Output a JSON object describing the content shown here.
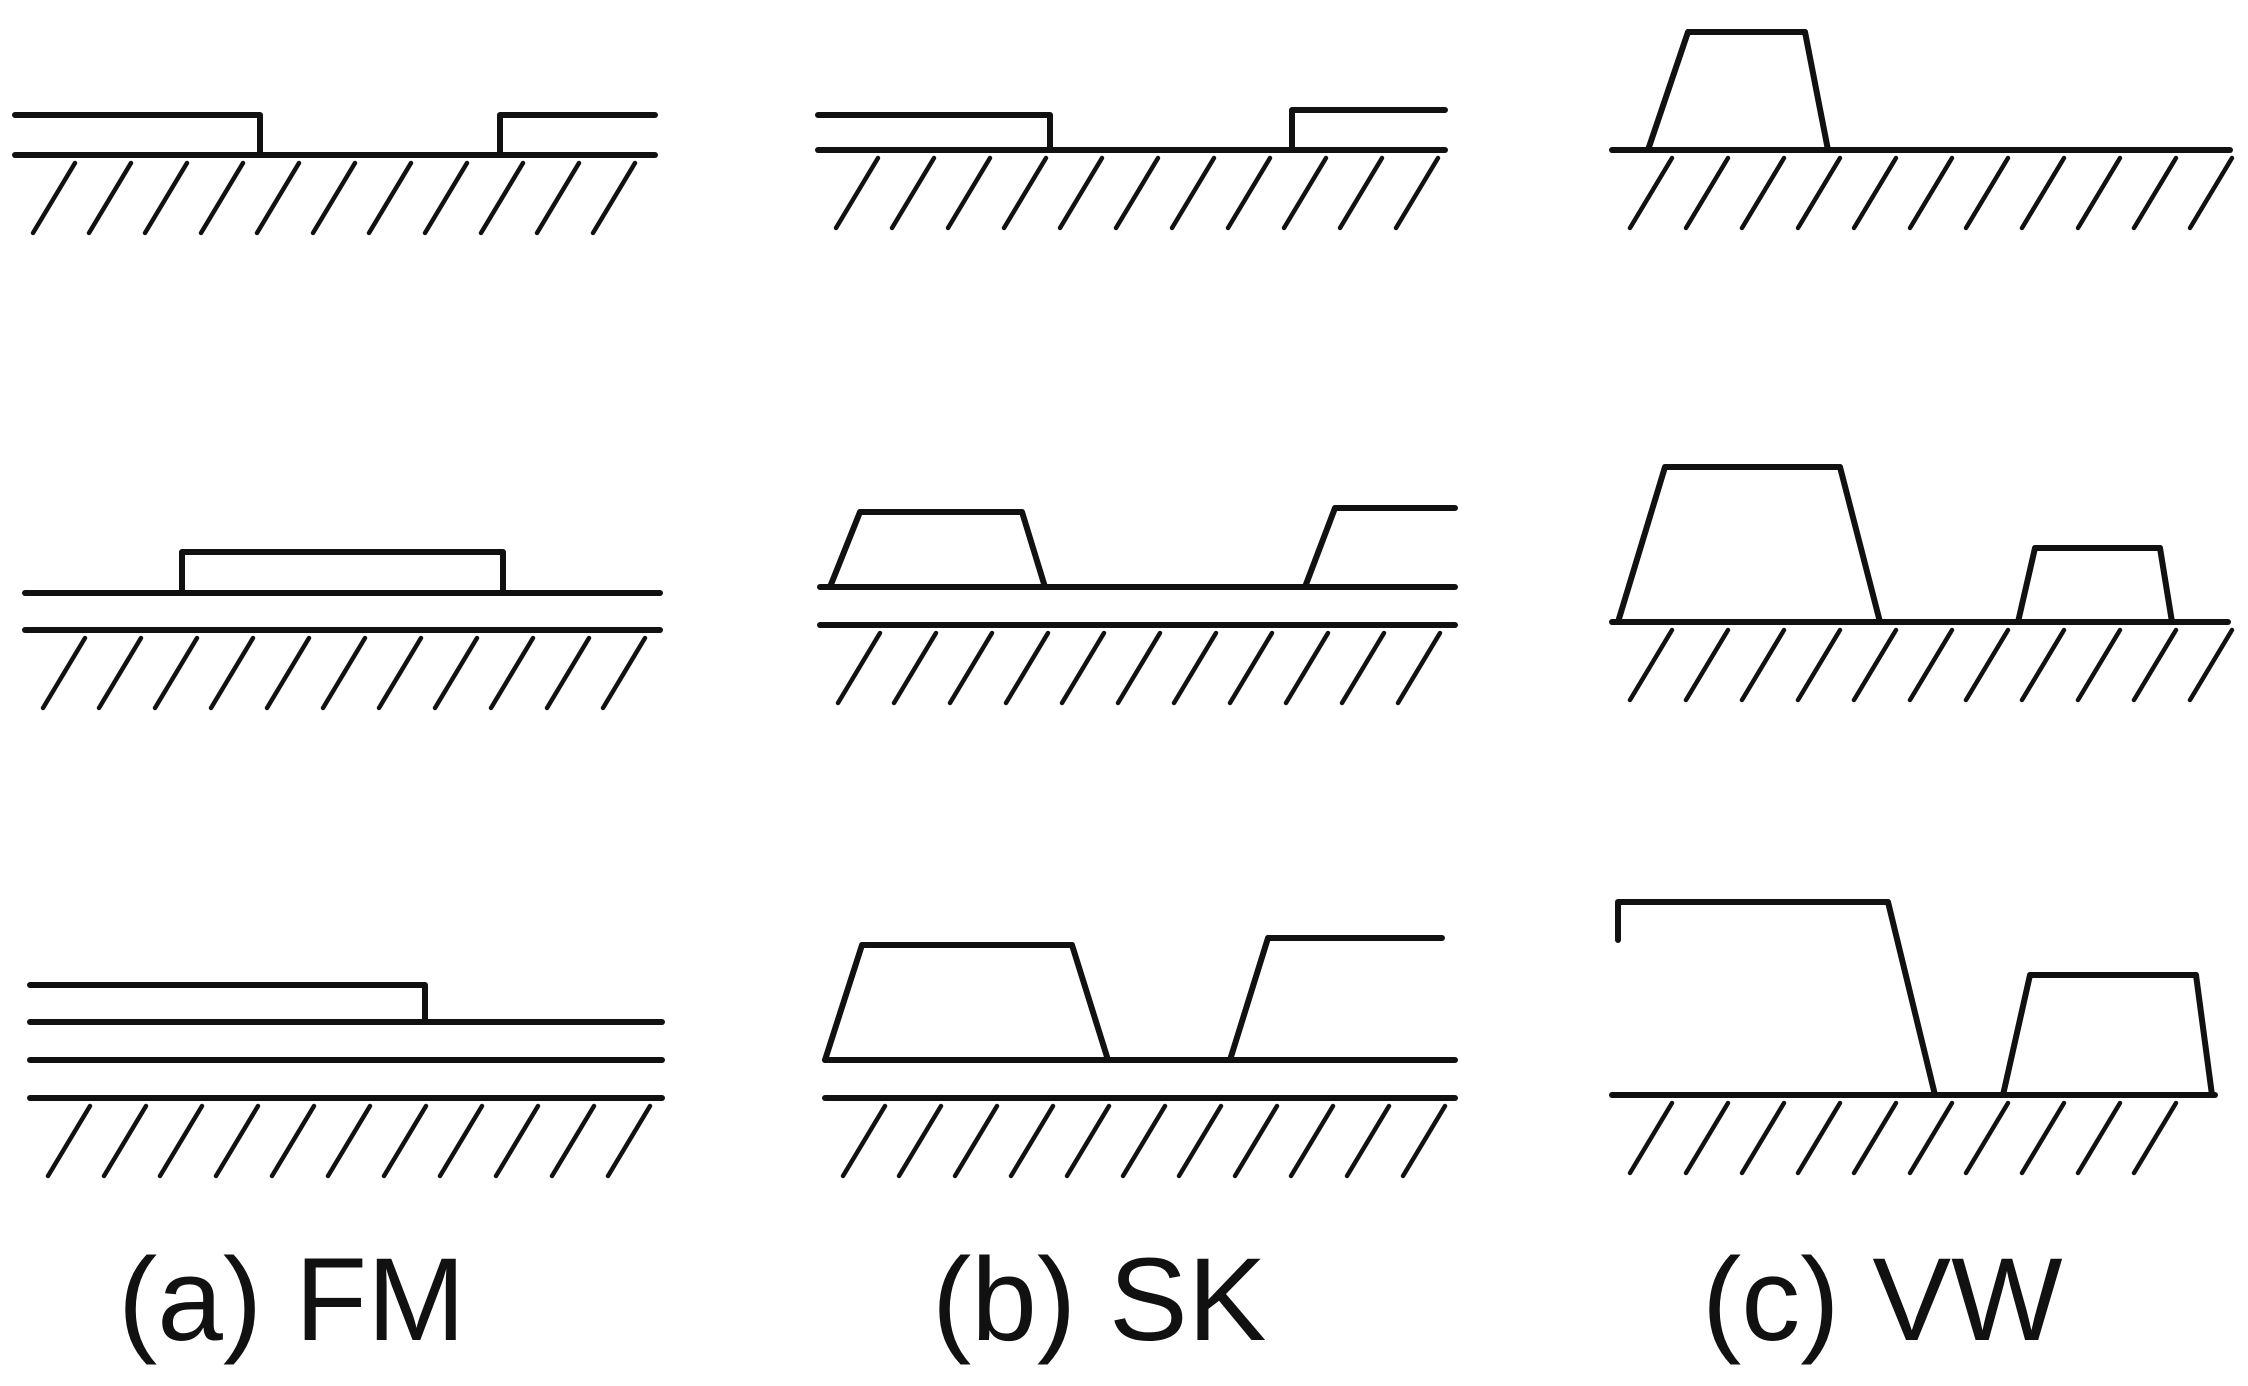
{
  "figure": {
    "captions": [
      {
        "label": "(a) FM"
      },
      {
        "label": "(b) SK"
      },
      {
        "label": "(c) VW"
      }
    ]
  },
  "colors": {
    "ink": "#111111",
    "background": "#ffffff"
  }
}
